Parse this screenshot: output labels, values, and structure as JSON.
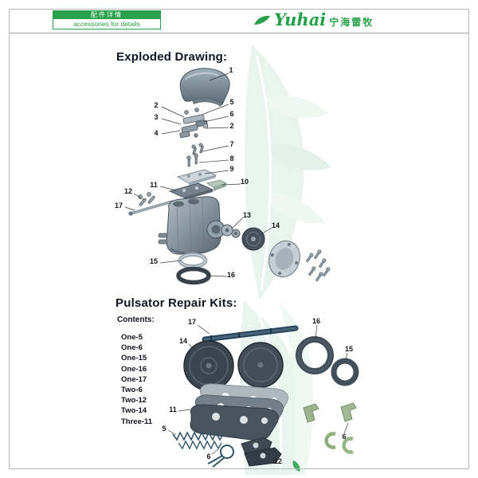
{
  "badge": {
    "chinese": "配件详情",
    "english": "accessories for details"
  },
  "logo": {
    "brand": "Yuhai",
    "chinese": "宁海雷牧"
  },
  "exploded_section": {
    "title": "Exploded Drawing:"
  },
  "repair_section": {
    "title": "Pulsator Repair Kits:",
    "contents_label": "Contents:",
    "items": [
      "One-5",
      "One-6",
      "One-15",
      "One-16",
      "One-17",
      "Two-6",
      "Two-12",
      "Two-14",
      "Three-11"
    ]
  },
  "exploded_callouts": {
    "c1": "1",
    "c2a": "2",
    "c3": "3",
    "c4": "4",
    "c5": "5",
    "c6": "6",
    "c2b": "2",
    "c7": "7",
    "c8": "8",
    "c9": "9",
    "c10": "10",
    "c11": "11",
    "c12": "12",
    "c17": "17",
    "c13": "13",
    "c14": "14",
    "c15": "15",
    "c16": "16"
  },
  "kit_callouts": {
    "k17": "17",
    "k16": "16",
    "k15": "15",
    "k14": "14",
    "k11": "11",
    "k5": "5",
    "k6a": "6",
    "k12": "12",
    "k6b": "6"
  },
  "icons": {
    "logo_leaf": "leaf-swoosh-icon",
    "watermark": "wheat-leaf-watermark"
  },
  "colors": {
    "brand_green": "#2aa24c",
    "watermark_green": "#e8f4ed",
    "ink": "#14141e"
  }
}
